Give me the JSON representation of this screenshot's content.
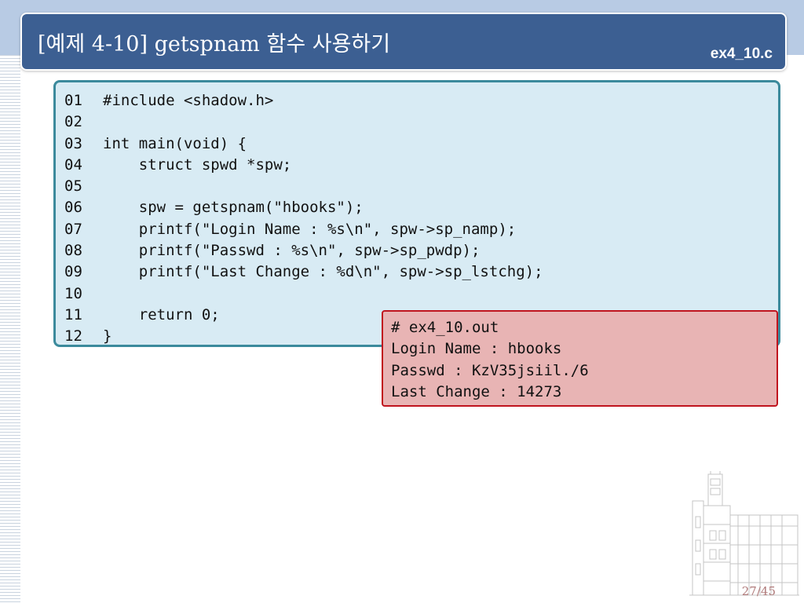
{
  "slide": {
    "title": "[예제 4-10] getspnam 함수 사용하기",
    "file_name": "ex4_10.c",
    "page_number": "27/45"
  },
  "code": {
    "lines": [
      {
        "num": "01",
        "text": "#include <shadow.h>"
      },
      {
        "num": "02",
        "text": ""
      },
      {
        "num": "03",
        "text": "int main(void) {"
      },
      {
        "num": "04",
        "text": "    struct spwd *spw;"
      },
      {
        "num": "05",
        "text": ""
      },
      {
        "num": "06",
        "text": "    spw = getspnam(\"hbooks\");"
      },
      {
        "num": "07",
        "text": "    printf(\"Login Name : %s\\n\", spw->sp_namp);"
      },
      {
        "num": "08",
        "text": "    printf(\"Passwd : %s\\n\", spw->sp_pwdp);"
      },
      {
        "num": "09",
        "text": "    printf(\"Last Change : %d\\n\", spw->sp_lstchg);"
      },
      {
        "num": "10",
        "text": ""
      },
      {
        "num": "11",
        "text": "    return 0;"
      },
      {
        "num": "12",
        "text": "}"
      }
    ]
  },
  "output": {
    "lines": [
      "# ex4_10.out",
      "Login Name : hbooks",
      "Passwd : KzV35jsiil./6",
      "Last Change : 14273"
    ]
  },
  "colors": {
    "title_bar": "#3c5f92",
    "code_background": "#d8ebf4",
    "code_border": "#3b8a9c",
    "output_background": "#e8b4b4",
    "output_border": "#c0141e"
  },
  "icons": {
    "decoration": "building-illustration-icon"
  }
}
